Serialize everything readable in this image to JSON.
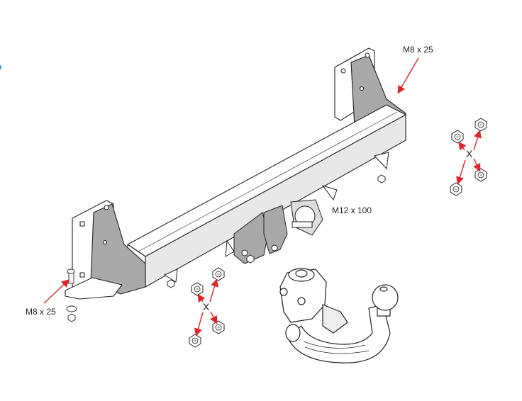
{
  "labels": {
    "bolt_top_right": "M8 x 25",
    "bolt_center": "M12 x 100",
    "bolt_bottom_left": "M8 x 25",
    "cross_right": "X",
    "cross_left": "X"
  },
  "colors": {
    "arrow": "#e0242c",
    "line": "#222222",
    "shade": "#a9a9a9",
    "accent": "#2a9fd8"
  }
}
